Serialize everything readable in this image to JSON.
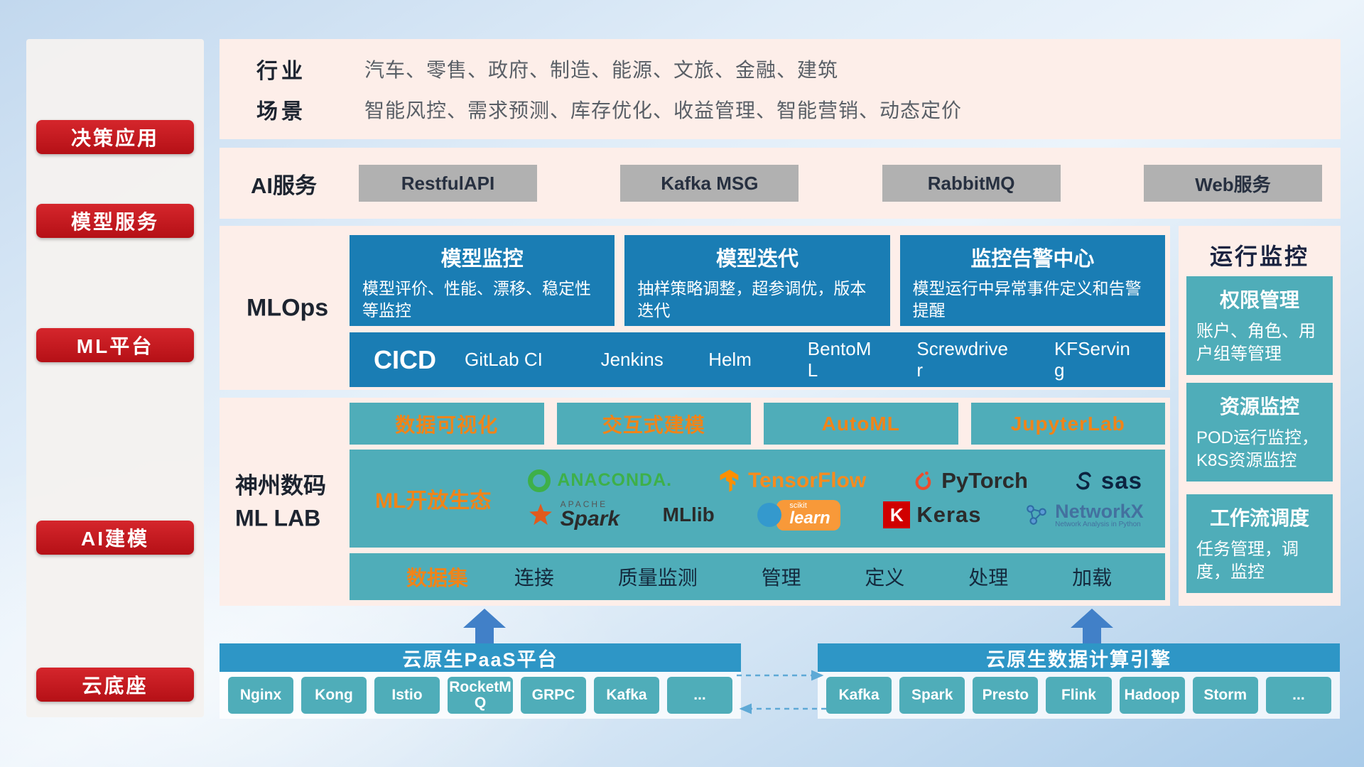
{
  "sidebar": {
    "items": [
      {
        "label": "决策应用"
      },
      {
        "label": "模型服务"
      },
      {
        "label": "ML平台"
      },
      {
        "label": "AI建模"
      },
      {
        "label": "云底座"
      }
    ]
  },
  "industry": {
    "industry_label": "行业",
    "industry_value": "汽车、零售、政府、制造、能源、文旅、金融、建筑",
    "scenario_label": "场景",
    "scenario_value": "智能风控、需求预测、库存优化、收益管理、智能营销、动态定价"
  },
  "ai_service": {
    "label": "AI服务",
    "services": [
      {
        "label": "RestfulAPI"
      },
      {
        "label": "Kafka MSG"
      },
      {
        "label": "RabbitMQ"
      },
      {
        "label": "Web服务"
      }
    ]
  },
  "mlops": {
    "label": "MLOps",
    "cards": [
      {
        "title": "模型监控",
        "desc": "模型评价、性能、漂移、稳定性等监控"
      },
      {
        "title": "模型迭代",
        "desc": "抽样策略调整，超参调优，版本迭代"
      },
      {
        "title": "监控告警中心",
        "desc": "模型运行中异常事件定义和告警提醒"
      }
    ],
    "cicd_label": "CICD",
    "cicd_tools": [
      {
        "name": "GitLab CI"
      },
      {
        "name": "Jenkins"
      },
      {
        "name": "Helm"
      },
      {
        "name": "BentoML"
      },
      {
        "name": "Screwdriver"
      },
      {
        "name": "KFServing"
      }
    ]
  },
  "mllab": {
    "label_line1": "神州数码",
    "label_line2": "ML LAB",
    "tools": [
      {
        "label": "数据可视化"
      },
      {
        "label": "交互式建模"
      },
      {
        "label": "AutoML"
      },
      {
        "label": "JupyterLab"
      }
    ],
    "ecosystem_label": "ML开放生态",
    "logos": {
      "anaconda": "ANACONDA.",
      "tensorflow": "TensorFlow",
      "pytorch": "PyTorch",
      "sas": "sas",
      "spark_apache": "APACHE",
      "spark": "Spark",
      "mllib": "MLlib",
      "sklearn_top": "scikit",
      "sklearn": "learn",
      "keras_k": "K",
      "keras": "Keras",
      "networkx": "NetworkX",
      "networkx_sub": "Network Analysis in Python"
    },
    "dataset_label": "数据集",
    "dataset_items": [
      {
        "label": "连接"
      },
      {
        "label": "质量监测"
      },
      {
        "label": "管理"
      },
      {
        "label": "定义"
      },
      {
        "label": "处理"
      },
      {
        "label": "加载"
      }
    ]
  },
  "monitoring": {
    "title": "运行监控",
    "cards": [
      {
        "title": "权限管理",
        "desc": "账户、角色、用户组等管理"
      },
      {
        "title": "资源监控",
        "desc": "POD运行监控，K8S资源监控"
      },
      {
        "title": "工作流调度",
        "desc": "任务管理，调度，监控"
      }
    ]
  },
  "foundation": {
    "paas_title": "云原生PaaS平台",
    "paas_chips": [
      {
        "label": "Nginx"
      },
      {
        "label": "Kong"
      },
      {
        "label": "Istio"
      },
      {
        "label": "RocketMQ"
      },
      {
        "label": "GRPC"
      },
      {
        "label": "Kafka"
      },
      {
        "label": "..."
      }
    ],
    "engine_title": "云原生数据计算引擎",
    "engine_chips": [
      {
        "label": "Kafka"
      },
      {
        "label": "Spark"
      },
      {
        "label": "Presto"
      },
      {
        "label": "Flink"
      },
      {
        "label": "Hadoop"
      },
      {
        "label": "Storm"
      },
      {
        "label": "..."
      }
    ]
  },
  "colors": {
    "accent_red": "#c4161c",
    "panel_pink": "#fdeee9",
    "card_blue": "#1a7db4",
    "teal": "#4fadb9",
    "orange_text": "#f08419",
    "gray_button": "#b1b1b1",
    "bottom_bar_blue": "#2e96c6",
    "arrow_blue": "#4180c8"
  }
}
